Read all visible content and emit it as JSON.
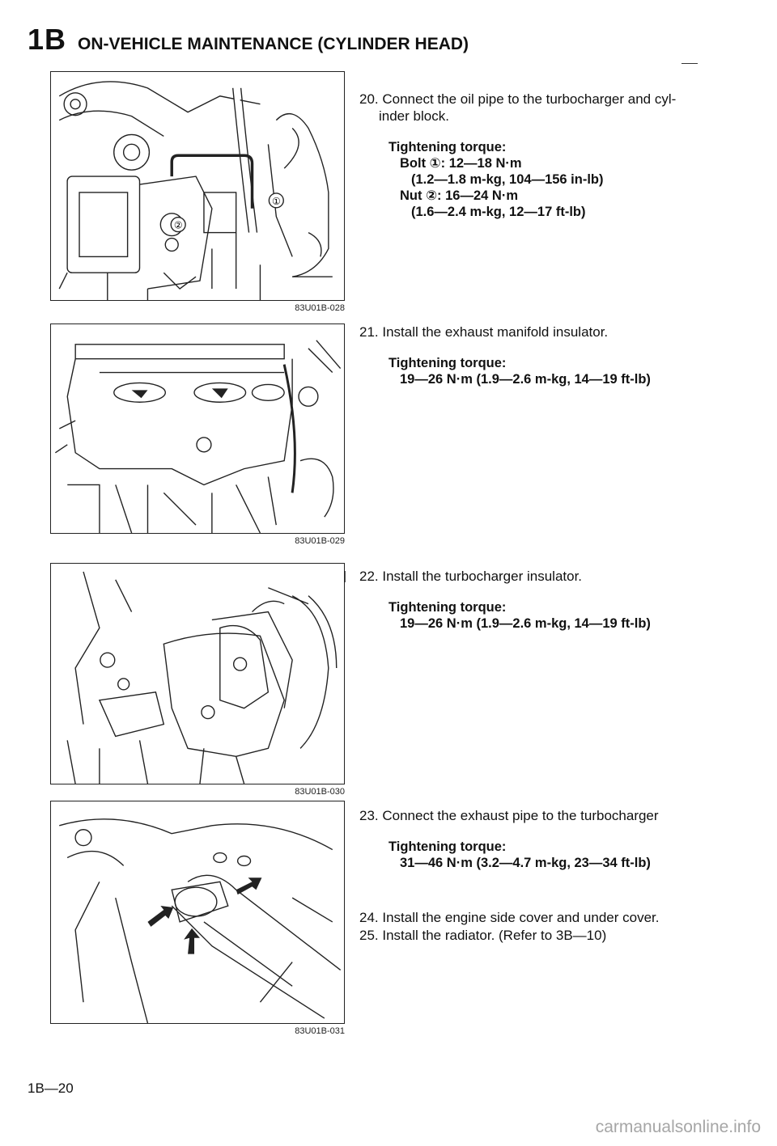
{
  "header": {
    "section": "1B",
    "title": "ON-VEHICLE MAINTENANCE (CYLINDER HEAD)"
  },
  "figures": [
    {
      "caption": "83U01B-028",
      "callouts": [
        "①",
        "②"
      ]
    },
    {
      "caption": "83U01B-029"
    },
    {
      "caption": "83U01B-030"
    },
    {
      "caption": "83U01B-031"
    }
  ],
  "steps": [
    {
      "num": "20.",
      "line1": "Connect the oil pipe to the turbocharger and cyl-",
      "line2": "inder block.",
      "spec_title": "Tightening torque:",
      "spec_lines": [
        "Bolt ①: 12—18 N·m",
        "(1.2—1.8 m-kg, 104—156 in-lb)",
        "Nut ②: 16—24 N·m",
        "(1.6—2.4 m-kg, 12—17 ft-lb)"
      ]
    },
    {
      "num": "21.",
      "line1": "Install the exhaust manifold insulator.",
      "spec_title": "Tightening torque:",
      "spec_lines": [
        "19—26 N·m (1.9—2.6 m-kg, 14—19 ft-lb)"
      ]
    },
    {
      "num": "22.",
      "line1": "Install the turbocharger insulator.",
      "spec_title": "Tightening torque:",
      "spec_lines": [
        "19—26 N·m (1.9—2.6 m-kg, 14—19 ft-lb)"
      ]
    },
    {
      "num": "23.",
      "line1": "Connect the exhaust pipe to the turbocharger",
      "spec_title": "Tightening torque:",
      "spec_lines": [
        "31—46 N·m (3.2—4.7 m-kg, 23—34 ft-lb)"
      ]
    },
    {
      "num": "24.",
      "line1": "Install the engine side cover and under cover."
    },
    {
      "num": "25.",
      "line1": "Install the radiator. (Refer to 3B—10)"
    }
  ],
  "footer": {
    "page_number": "1B—20",
    "watermark": "carmanualsonline.info"
  }
}
